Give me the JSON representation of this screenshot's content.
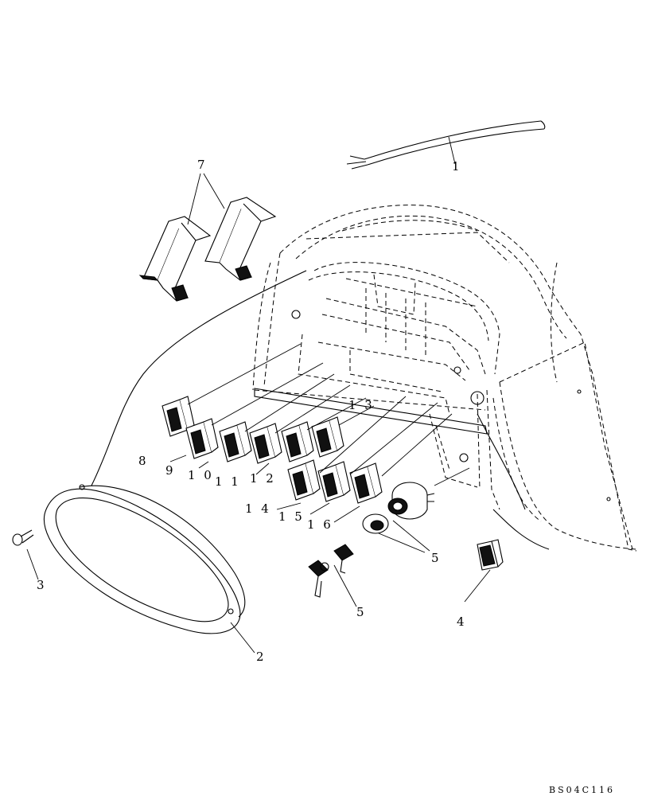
{
  "callouts": {
    "c1": "1",
    "c2": "2",
    "c3": "3",
    "c4": "4",
    "c5a": "5",
    "c5b": "5",
    "c7": "7",
    "c8": "8",
    "c9": "9",
    "c10": "1 0",
    "c11": "1 1",
    "c12": "1 2",
    "c13": "1 3",
    "c14": "1 4",
    "c15": "1 5",
    "c16": "1 6"
  },
  "reference_code": "BS04C116"
}
